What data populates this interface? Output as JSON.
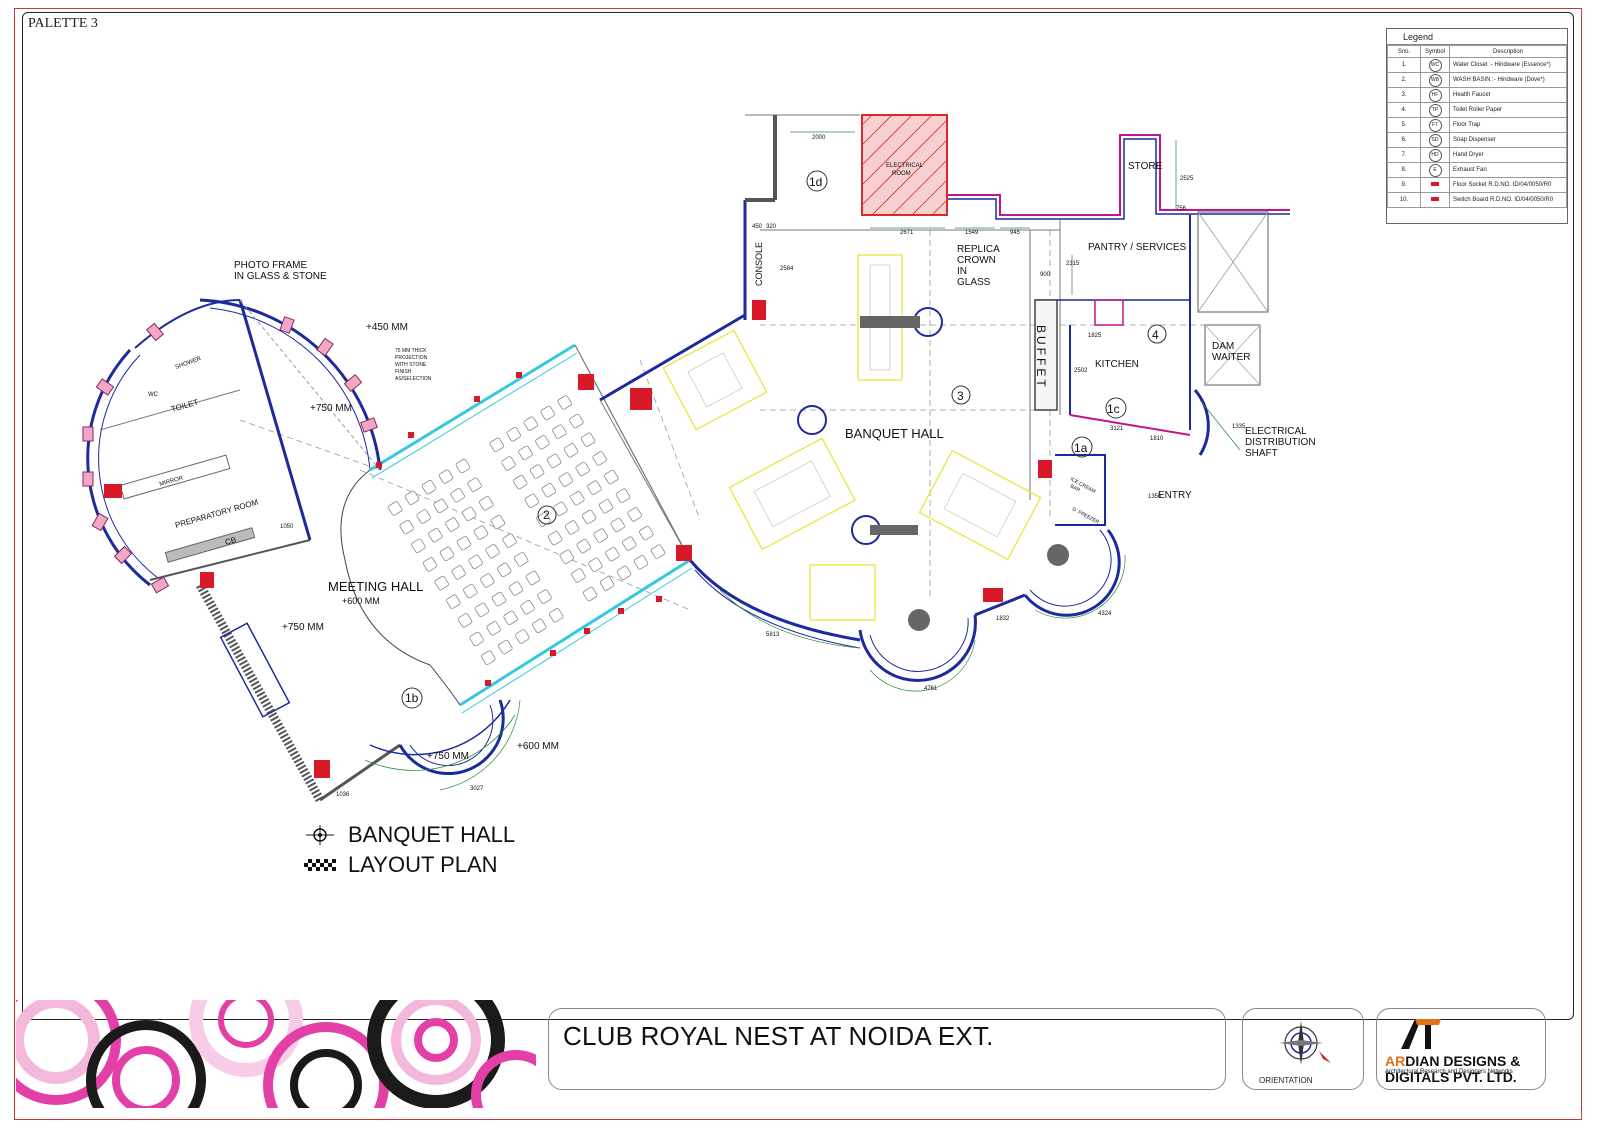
{
  "sheet": {
    "palette": "PALETTE 3"
  },
  "legend": {
    "title": "Legend",
    "headers": [
      "Sno.",
      "Symbol",
      "Description"
    ],
    "rows": [
      {
        "sno": "1.",
        "symbol": "WC",
        "desc": "Water Closet :- Hindware (Essence*)"
      },
      {
        "sno": "2.",
        "symbol": "WB",
        "desc": "WASH BASIN :- Hindware (Dove*)"
      },
      {
        "sno": "3.",
        "symbol": "HF",
        "desc": "Health Faucet"
      },
      {
        "sno": "4.",
        "symbol": "TP",
        "desc": "Toilet Roller Paper"
      },
      {
        "sno": "5.",
        "symbol": "FT",
        "desc": "Floor Trap"
      },
      {
        "sno": "6.",
        "symbol": "SD",
        "desc": "Soap Dispenser"
      },
      {
        "sno": "7.",
        "symbol": "HD",
        "desc": "Hand Dryer"
      },
      {
        "sno": "8.",
        "symbol": "E",
        "desc": "Exhaust Fan"
      },
      {
        "sno": "9.",
        "symbol": "",
        "desc": "Floor Socket R.D.NO. ID/04/0050/R0"
      },
      {
        "sno": "10.",
        "symbol": "",
        "desc": "Switch Board R.D.NO. ID/04/0050/R0"
      }
    ]
  },
  "plan": {
    "labels": {
      "photo_frame_1": "PHOTO FRAME",
      "photo_frame_2": "IN  GLASS & STONE",
      "level_450": "+450 MM",
      "projection_1": "75 MM THICK",
      "projection_2": "PROJECTION",
      "projection_3": "WITH STONE",
      "projection_4": "FINISH",
      "projection_5": "AS/SELECTION",
      "level_750_top": "+750 MM",
      "shower": "SHOWER",
      "toilet": "TOILET",
      "wc": "WC",
      "mirror": "MIRROR",
      "preparatory_room": "PREPARATORY ROOM",
      "cb": "CB",
      "meeting_hall": "MEETING HALL",
      "meeting_level": "+600 MM",
      "level_750_left": "+750 MM",
      "level_750_bottom": "+750 MM",
      "level_600_bottom": "+600 MM",
      "num_2": "2",
      "num_1b": "1b",
      "banquet_hall": "BANQUET HALL",
      "num_3": "3",
      "num_1d": "1d",
      "console": "CONSOLE",
      "electrical_room_1": "ELECTRICAL",
      "electrical_room_2": "ROOM",
      "replica_1": "REPLICA",
      "replica_2": "CROWN",
      "replica_3": "IN",
      "replica_4": "GLASS",
      "store": "STORE",
      "pantry": "PANTRY / SERVICES",
      "buffet": "BUFFET",
      "kitchen": "KITCHEN",
      "num_4": "4",
      "num_1c": "1c",
      "num_1a": "1a",
      "dam_waiter_1": "DAM",
      "dam_waiter_2": "WAITER",
      "eds_1": "ELECTRICAL",
      "eds_2": "DISTRIBUTION",
      "eds_3": "SHAFT",
      "entry": "ENTRY",
      "ice_cream_1": "ICE CREAM",
      "ice_cream_2": "BAR",
      "d_freezer": "D. FREEZER"
    },
    "dims": {
      "d2000": "2000",
      "d2671": "2671",
      "d1549": "1549",
      "d945": "945",
      "d900": "900",
      "d2525": "2525",
      "d756": "756",
      "d2315": "2315",
      "d1825": "1825",
      "d2502": "2502",
      "d1810": "1810",
      "d1335": "1335",
      "d3121": "3121",
      "d5813": "5813",
      "d4761": "4761",
      "d1832": "1832",
      "d4324": "4324",
      "d3027": "3027",
      "d1036": "1036",
      "d1050": "1050",
      "d2584": "2584",
      "d450": "450",
      "d320": "320",
      "d1350": "1350"
    }
  },
  "caption": {
    "line1": "BANQUET HALL",
    "line2": "LAYOUT PLAN"
  },
  "title_block": {
    "project": "CLUB ROYAL NEST AT NOIDA EXT.",
    "orientation": "ORIENTATION",
    "company_prefix": "AR",
    "company_rest": "DIAN DESIGNS & DIGITALS PVT. LTD.",
    "company_sub": "Architectural Research and Designers Networks",
    "logo_mark": "AT."
  },
  "colors": {
    "wall_blue": "#1c2a9c",
    "wall_magenta": "#c0168a",
    "dim_green": "#2e8b3a",
    "furniture_yellow": "#e8e63a",
    "switch_red": "#d7192a",
    "glass_cyan": "#35c8e0",
    "elec_room": "#e03a3a",
    "pink_deco": "#e23fa7"
  }
}
